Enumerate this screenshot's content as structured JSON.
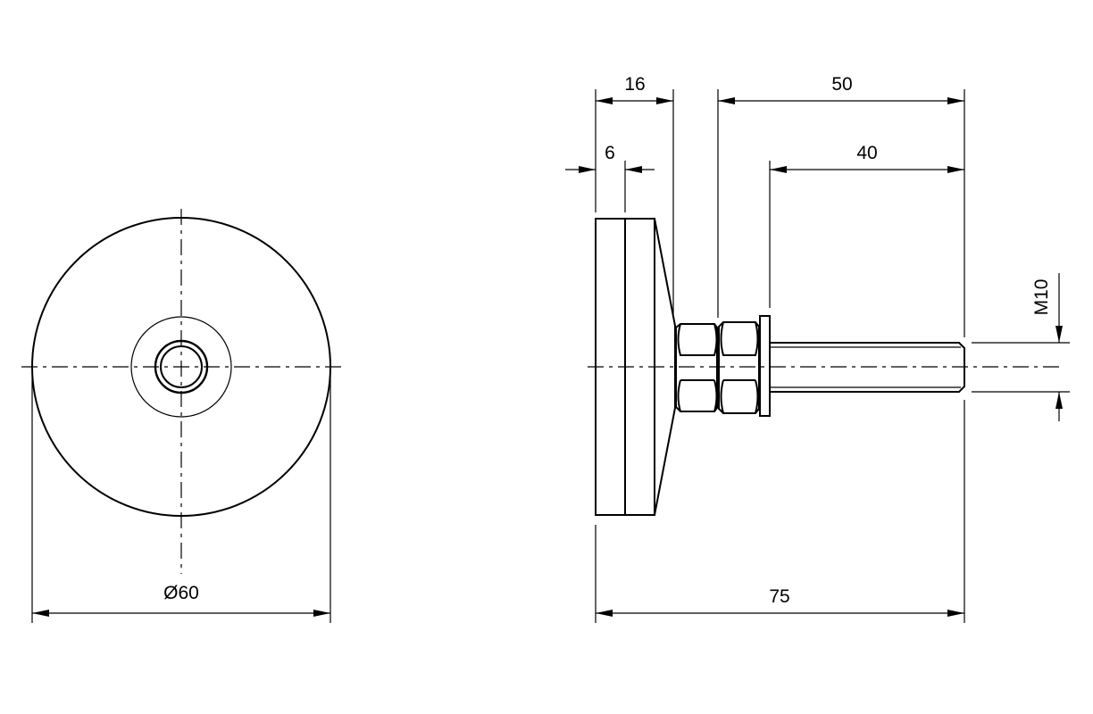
{
  "dimensions": {
    "diameter": "Ø60",
    "overall_length": "75",
    "base_to_nut": "16",
    "base_thickness": "6",
    "stud_total": "50",
    "thread_length": "40",
    "thread": "M10"
  }
}
